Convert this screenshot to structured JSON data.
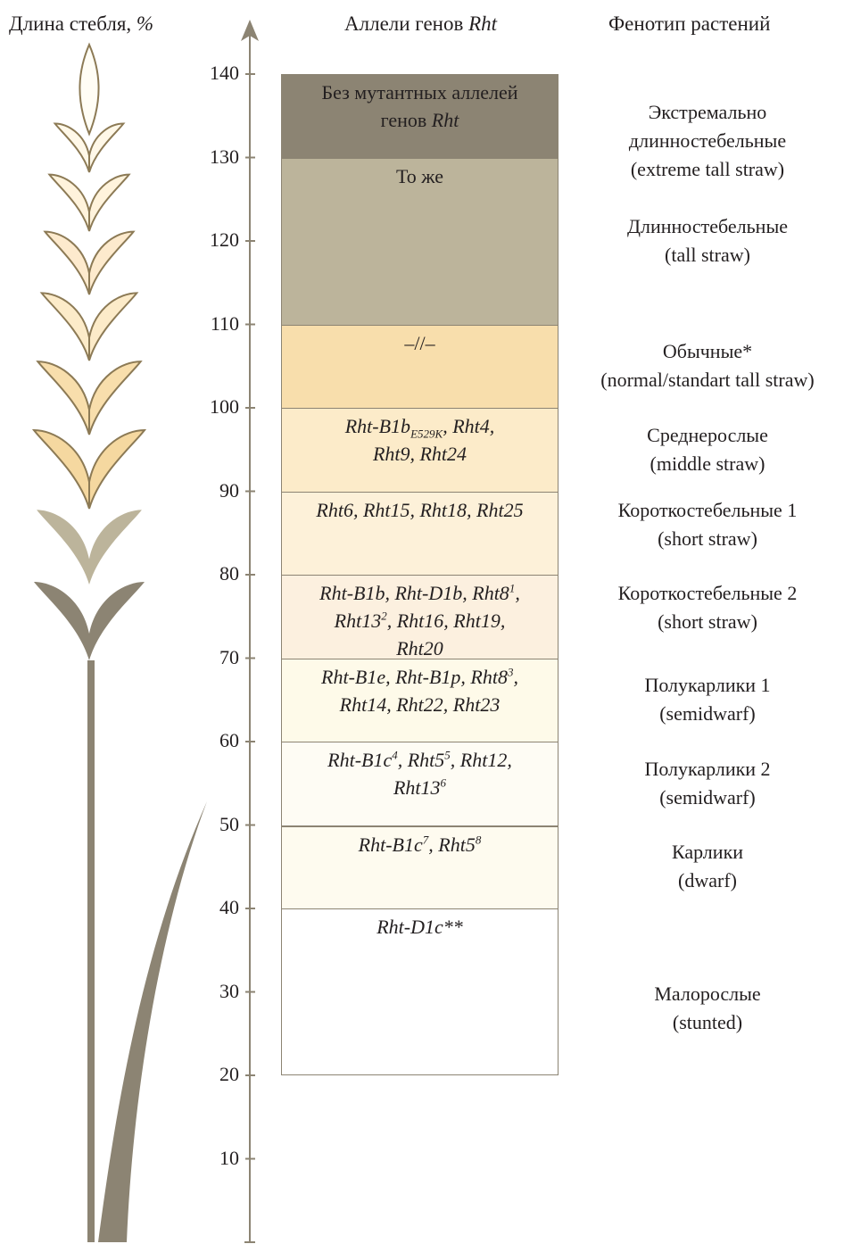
{
  "headers": {
    "axis_title": "Длина стебля, ",
    "axis_title_unit": "%",
    "alleles_title": "Аллели генов ",
    "alleles_title_gene": "Rht",
    "phenotype_title": "Фенотип растений"
  },
  "axis": {
    "ticks": [
      10,
      20,
      30,
      40,
      50,
      60,
      70,
      80,
      90,
      100,
      110,
      120,
      130,
      140
    ]
  },
  "blocks": [
    {
      "from": 130,
      "to": 140,
      "color": "#8c8473",
      "italic": false,
      "segments": [
        [
          "Без мутантных аллелей",
          "t"
        ],
        [
          "br",
          "br"
        ],
        [
          "генов ",
          "t"
        ],
        [
          "Rht",
          "i"
        ]
      ]
    },
    {
      "from": 110,
      "to": 130,
      "color": "#bcb49b",
      "italic": false,
      "segments": [
        [
          "То же",
          "t"
        ]
      ]
    },
    {
      "from": 100,
      "to": 110,
      "color": "#f8deac",
      "italic": false,
      "segments": [
        [
          "–//–",
          "t"
        ]
      ]
    },
    {
      "from": 90,
      "to": 100,
      "color": "#fcebc9",
      "italic": true,
      "segments": [
        [
          "Rht-B1b",
          "t"
        ],
        [
          "E529K",
          "sub"
        ],
        [
          ", Rht4,",
          "t"
        ],
        [
          "br",
          "br"
        ],
        [
          "Rht9, Rht24",
          "t"
        ]
      ]
    },
    {
      "from": 80,
      "to": 90,
      "color": "#fdf1d9",
      "italic": true,
      "segments": [
        [
          "Rht6, Rht15, Rht18, Rht25",
          "t"
        ]
      ]
    },
    {
      "from": 70,
      "to": 80,
      "color": "#fcf0df",
      "italic": true,
      "segments": [
        [
          "Rht-B1b, Rht-D1b, Rht8",
          "t"
        ],
        [
          "1",
          "sup"
        ],
        [
          ",",
          "t"
        ],
        [
          "br",
          "br"
        ],
        [
          "Rht13",
          "t"
        ],
        [
          "2",
          "sup"
        ],
        [
          ", Rht16, Rht19,",
          "t"
        ],
        [
          "br",
          "br"
        ],
        [
          "Rht20",
          "t"
        ]
      ]
    },
    {
      "from": 60,
      "to": 70,
      "color": "#fefae9",
      "italic": true,
      "segments": [
        [
          "Rht-B1e, Rht-B1p, Rht8",
          "t"
        ],
        [
          "3",
          "sup"
        ],
        [
          ",",
          "t"
        ],
        [
          "br",
          "br"
        ],
        [
          "Rht14, Rht22, Rht23",
          "t"
        ]
      ]
    },
    {
      "from": 50,
      "to": 60,
      "color": "#fefcf4",
      "italic": true,
      "segments": [
        [
          "Rht-B1c",
          "t"
        ],
        [
          "4",
          "sup"
        ],
        [
          ", Rht5",
          "t"
        ],
        [
          "5",
          "sup"
        ],
        [
          ", Rht12,",
          "t"
        ],
        [
          "br",
          "br"
        ],
        [
          "Rht13",
          "t"
        ],
        [
          "6",
          "sup"
        ]
      ]
    },
    {
      "from": 40,
      "to": 50,
      "color": "#fefbef",
      "italic": true,
      "segments": [
        [
          "Rht-B1c",
          "t"
        ],
        [
          "7",
          "sup"
        ],
        [
          ", Rht5",
          "t"
        ],
        [
          "8",
          "sup"
        ]
      ]
    },
    {
      "from": 20,
      "to": 40,
      "color": "#ffffff",
      "italic": true,
      "segments": [
        [
          "Rht-D1c**",
          "t"
        ]
      ]
    }
  ],
  "phenotypes": [
    {
      "at": 132,
      "lines": [
        "Экстремально",
        "длинностебельные",
        "(extreme tall straw)"
      ]
    },
    {
      "at": 120,
      "lines": [
        "Длинностебельные",
        "(tall straw)"
      ]
    },
    {
      "at": 105,
      "lines": [
        "Обычные*",
        "(normal/standart tall straw)"
      ]
    },
    {
      "at": 95,
      "lines": [
        "Среднерослые",
        "(middle straw)"
      ]
    },
    {
      "at": 86,
      "lines": [
        "Короткостебельные 1",
        "(short straw)"
      ]
    },
    {
      "at": 76,
      "lines": [
        "Короткостебельные 2",
        "(short straw)"
      ]
    },
    {
      "at": 65,
      "lines": [
        "Полукарлики 1",
        "(semidwarf)"
      ]
    },
    {
      "at": 55,
      "lines": [
        "Полукарлики 2",
        "(semidwarf)"
      ]
    },
    {
      "at": 45,
      "lines": [
        "Карлики",
        "(dwarf)"
      ]
    },
    {
      "at": 28,
      "lines": [
        "Малорослые",
        "(stunted)"
      ]
    }
  ],
  "colors": {
    "axis": "#8c8473",
    "spike_outline": "#8c7a55",
    "spike_fills": [
      "#fffdf5",
      "#fff8e8",
      "#fff3dc",
      "#fdeacd",
      "#fcebc9",
      "#f8deac",
      "#f5d8a0",
      "#bcb49b",
      "#8c8473"
    ]
  }
}
